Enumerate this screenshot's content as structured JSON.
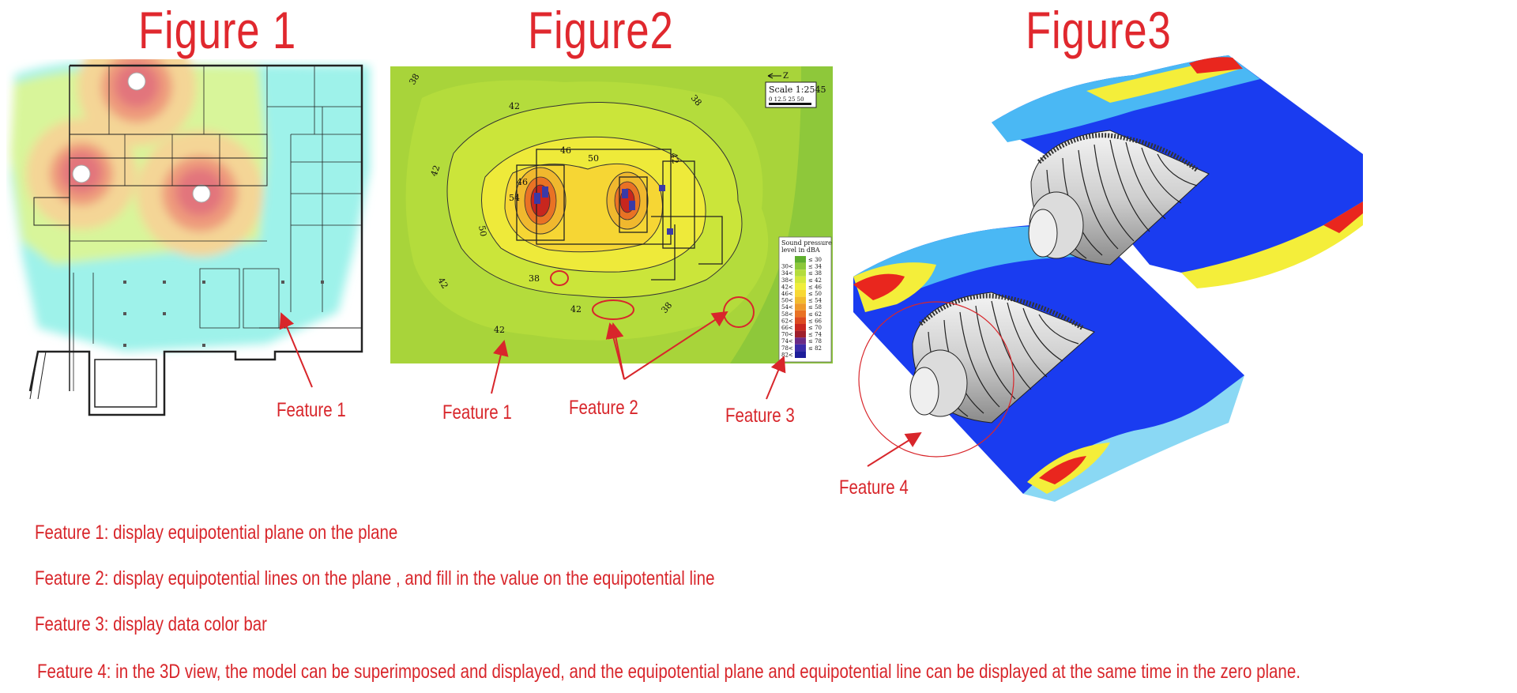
{
  "figures": [
    {
      "title": "Figure 1"
    },
    {
      "title": "Figure2"
    },
    {
      "title": "Figure3"
    }
  ],
  "callouts": {
    "fig1_feature1": "Feature 1",
    "fig2_feature1": "Feature 1",
    "fig2_feature2": "Feature 2",
    "fig2_feature3": "Feature 3",
    "fig3_feature4": "Feature 4"
  },
  "figure2": {
    "scale_label": "Scale 1:2545",
    "scale_ticks": "0 12.5 25      50",
    "north_marker": "Z",
    "contour_labels": [
      "38",
      "42",
      "42",
      "42",
      "42",
      "46",
      "46",
      "50",
      "50",
      "54",
      "42",
      "38",
      "38",
      "42",
      "38"
    ],
    "legend": {
      "title_line1": "Sound pressure",
      "title_line2": "level in dBA",
      "rows": [
        {
          "range": "",
          "max": "≤ 30",
          "color": "#5fae2e"
        },
        {
          "range": "30<",
          "max": "≤ 34",
          "color": "#8cc83a"
        },
        {
          "range": "34<",
          "max": "≤ 38",
          "color": "#b4dc3c"
        },
        {
          "range": "38<",
          "max": "≤ 42",
          "color": "#d4e83a"
        },
        {
          "range": "42<",
          "max": "≤ 46",
          "color": "#f0ee3a"
        },
        {
          "range": "46<",
          "max": "≤ 50",
          "color": "#f8d834"
        },
        {
          "range": "50<",
          "max": "≤ 54",
          "color": "#f2bb2e"
        },
        {
          "range": "54<",
          "max": "≤ 58",
          "color": "#ee9a2a"
        },
        {
          "range": "58<",
          "max": "≤ 62",
          "color": "#e97224"
        },
        {
          "range": "62<",
          "max": "≤ 66",
          "color": "#dd4a20"
        },
        {
          "range": "66<",
          "max": "≤ 70",
          "color": "#c8261e"
        },
        {
          "range": "70<",
          "max": "≤ 74",
          "color": "#9e1e2c"
        },
        {
          "range": "74<",
          "max": "≤ 78",
          "color": "#6a2a86"
        },
        {
          "range": "78<",
          "max": "≤ 82",
          "color": "#3a2aa8"
        },
        {
          "range": "82<",
          "max": "",
          "color": "#1e1e9a"
        }
      ]
    }
  },
  "notes": [
    {
      "label": "Feature 1",
      "text": ": display equipotential plane on the plane"
    },
    {
      "label": "Feature 2",
      "text": ": display equipotential lines on the plane , and fill in the value on the equipotential line"
    },
    {
      "label": "Feature 3",
      "text": ": display data color bar"
    },
    {
      "label": "Feature 4",
      "text": ": in the 3D view, the model can be superimposed and displayed, and the equipotential plane and equipotential line can be displayed at the same time in the zero plane."
    }
  ],
  "colors": {
    "accent": "#d8262b"
  }
}
